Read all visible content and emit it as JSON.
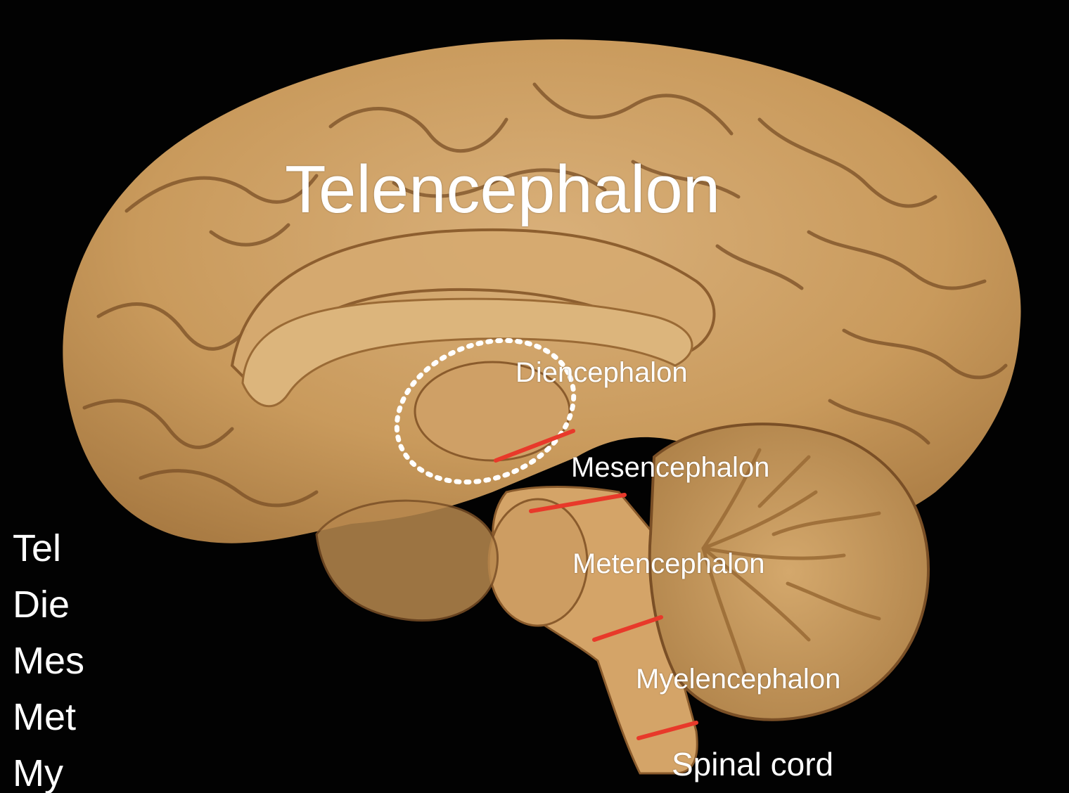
{
  "image": {
    "subject": "brain-midsagittal-section",
    "colors": {
      "background": "#020202",
      "tissue": "#c99a5c",
      "tissue_light": "#dcb57c",
      "sulcus": "#6b4420",
      "label": "#ffffff",
      "boundary_line": "#e8392a",
      "outline_dotted": "#ffffff"
    }
  },
  "labels": {
    "telencephalon": "Telencephalon",
    "diencephalon": "Diencephalon",
    "mesencephalon": "Mesencephalon",
    "metencephalon": "Metencephalon",
    "myelencephalon": "Myelencephalon",
    "spinal_cord": "Spinal cord"
  },
  "abbreviations": [
    "Tel",
    "Die",
    "Mes",
    "Met",
    "My"
  ]
}
